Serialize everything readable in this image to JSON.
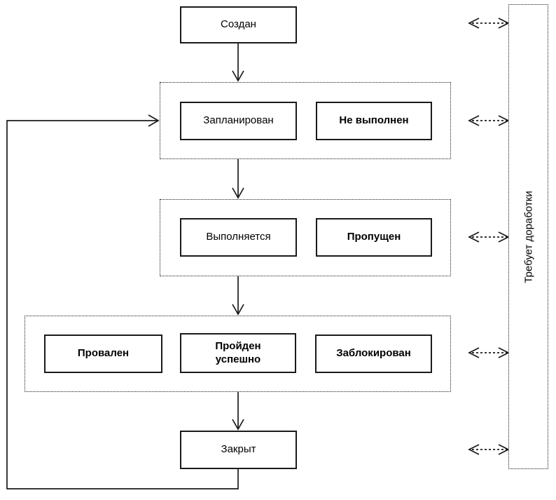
{
  "nodes": {
    "created": "Создан",
    "planned": "Запланирован",
    "not_executed": "Не выполнен",
    "in_progress": "Выполняется",
    "skipped": "Пропущен",
    "failed": "Провален",
    "passed": "Пройден\nуспешно",
    "blocked": "Заблокирован",
    "closed": "Закрыт",
    "rework": "Требует доработки"
  },
  "colors": {
    "line": "#1a1a1a",
    "background": "#ffffff",
    "node_fill": "#ffffff",
    "text": "#000000"
  }
}
